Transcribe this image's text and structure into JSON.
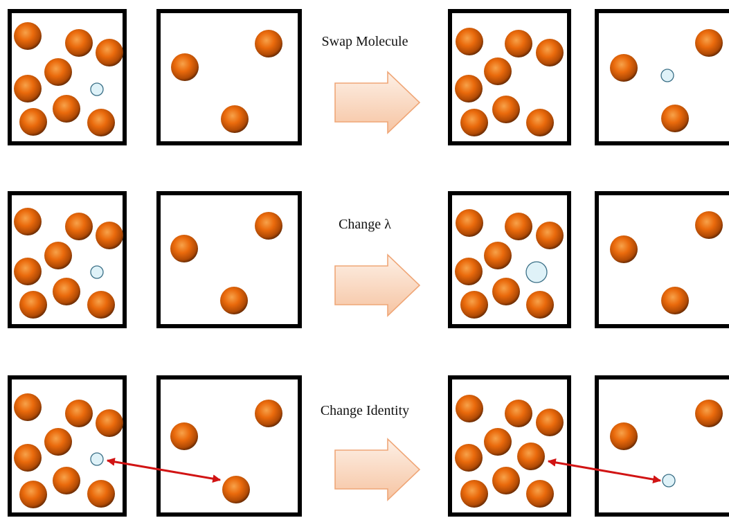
{
  "rows": [
    {
      "label": "Swap Molecule",
      "left_a": {
        "big": [
          [
            40,
            52
          ],
          [
            114,
            62
          ],
          [
            158,
            76
          ],
          [
            84,
            104
          ],
          [
            40,
            128
          ],
          [
            48,
            176
          ],
          [
            96,
            157
          ],
          [
            146,
            177
          ]
        ],
        "small": [
          [
            140,
            129,
            9
          ]
        ]
      },
      "left_b": {
        "big": [
          [
            267,
            97
          ],
          [
            388,
            63
          ],
          [
            339,
            172
          ]
        ],
        "small": []
      },
      "right_a": {
        "big": [
          [
            678,
            60
          ],
          [
            749,
            63
          ],
          [
            794,
            76
          ],
          [
            719,
            103
          ],
          [
            677,
            128
          ],
          [
            685,
            177
          ],
          [
            731,
            158
          ],
          [
            780,
            177
          ]
        ],
        "small": []
      },
      "right_b": {
        "big": [
          [
            901,
            98
          ],
          [
            1024,
            62
          ],
          [
            975,
            171
          ]
        ],
        "small": [
          [
            964,
            109,
            9
          ]
        ]
      },
      "link": null
    },
    {
      "label": "Change λ",
      "left_a": {
        "big": [
          [
            40,
            320
          ],
          [
            114,
            327
          ],
          [
            158,
            340
          ],
          [
            84,
            369
          ],
          [
            40,
            392
          ],
          [
            48,
            440
          ],
          [
            96,
            421
          ],
          [
            146,
            440
          ]
        ],
        "small": [
          [
            140,
            393,
            9
          ]
        ]
      },
      "left_b": {
        "big": [
          [
            266,
            359
          ],
          [
            388,
            326
          ],
          [
            338,
            434
          ]
        ],
        "small": []
      },
      "right_a": {
        "big": [
          [
            678,
            322
          ],
          [
            749,
            327
          ],
          [
            794,
            340
          ],
          [
            719,
            369
          ],
          [
            677,
            392
          ],
          [
            685,
            440
          ],
          [
            731,
            421
          ],
          [
            780,
            440
          ]
        ],
        "small": [
          [
            775,
            393,
            15
          ]
        ]
      },
      "right_b": {
        "big": [
          [
            901,
            360
          ],
          [
            1024,
            325
          ],
          [
            975,
            434
          ]
        ],
        "small": []
      },
      "link": null
    },
    {
      "label": "Change Identity",
      "left_a": {
        "big": [
          [
            40,
            588
          ],
          [
            114,
            597
          ],
          [
            158,
            611
          ],
          [
            84,
            638
          ],
          [
            40,
            661
          ],
          [
            48,
            714
          ],
          [
            96,
            694
          ],
          [
            146,
            713
          ]
        ],
        "small": [
          [
            140,
            663,
            9
          ]
        ]
      },
      "left_b": {
        "big": [
          [
            266,
            630
          ],
          [
            388,
            597
          ],
          [
            341,
            707
          ]
        ],
        "small": []
      },
      "right_a": {
        "big": [
          [
            678,
            590
          ],
          [
            749,
            597
          ],
          [
            794,
            610
          ],
          [
            719,
            638
          ],
          [
            677,
            661
          ],
          [
            685,
            713
          ],
          [
            731,
            694
          ],
          [
            780,
            713
          ],
          [
            767,
            659
          ]
        ],
        "small": []
      },
      "right_b": {
        "big": [
          [
            901,
            630
          ],
          [
            1024,
            597
          ]
        ],
        "small": [
          [
            966,
            694,
            9
          ]
        ]
      },
      "link": {
        "left": [
          [
            155,
            665
          ],
          [
            318,
            693
          ]
        ],
        "right": [
          [
            792,
            666
          ],
          [
            954,
            694
          ]
        ]
      }
    }
  ]
}
